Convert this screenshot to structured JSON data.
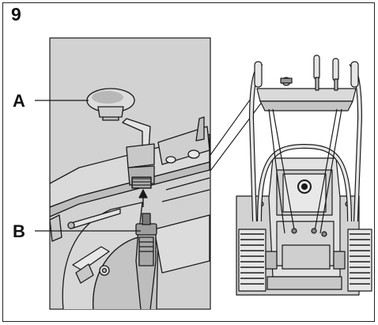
{
  "figure": {
    "number": "9",
    "callouts": [
      {
        "label": "A"
      },
      {
        "label": "B"
      }
    ]
  },
  "colors": {
    "panel": "#d2d2d2",
    "line": "#1a1a1a",
    "background": "#ffffff"
  }
}
